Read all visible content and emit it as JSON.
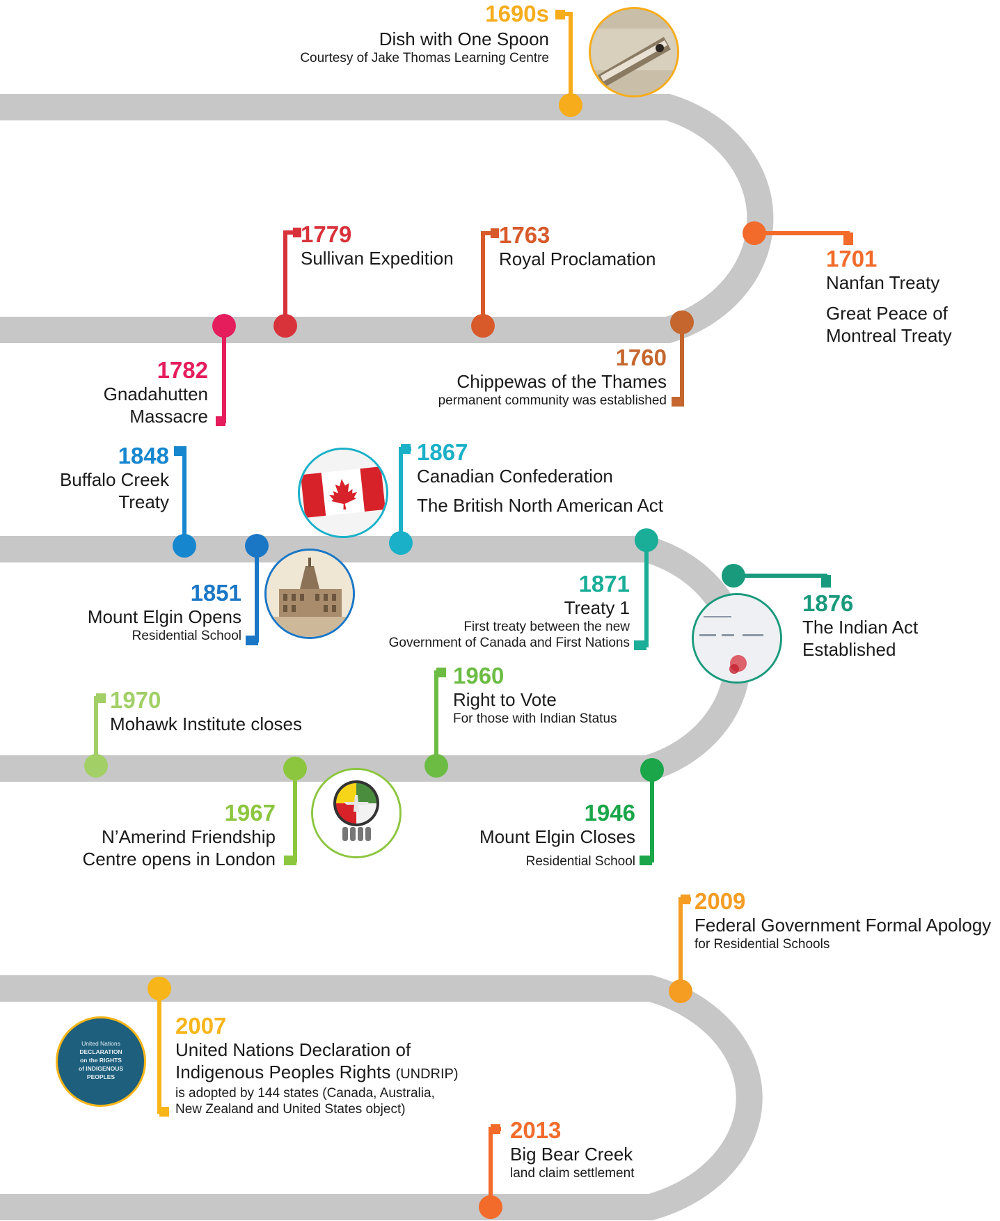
{
  "colors": {
    "road": "#c7c7c8",
    "e1690s": "#f7ac1b",
    "e1701": "#f26b2a",
    "e1763": "#d85a2b",
    "e1779": "#d8323a",
    "e1782": "#e51d5c",
    "e1760": "#c4662d",
    "e1848": "#1687cf",
    "e1851": "#1a77c6",
    "e1867": "#1ab0c8",
    "e1871": "#1aad98",
    "e1876": "#1a9a7c",
    "e1970": "#a2cf66",
    "e1967": "#8cc63f",
    "e1960": "#6cbc44",
    "e1946": "#1aa649",
    "e2009": "#f59c22",
    "e2007": "#f7b51a",
    "e2013": "#f26b2a"
  },
  "events": {
    "e1690s": {
      "year": "1690s",
      "title": "Dish with One Spoon",
      "sub": "Courtesy of Jake Thomas Learning Centre"
    },
    "e1701": {
      "year": "1701",
      "title": "Nanfan Treaty",
      "title2": "Great Peace of",
      "title3": "Montreal Treaty"
    },
    "e1763": {
      "year": "1763",
      "title": "Royal Proclamation"
    },
    "e1779": {
      "year": "1779",
      "title": "Sullivan Expedition"
    },
    "e1782": {
      "year": "1782",
      "title": "Gnadahutten",
      "title2": "Massacre"
    },
    "e1760": {
      "year": "1760",
      "title": "Chippewas of the Thames",
      "sub": "permanent community was established"
    },
    "e1848": {
      "year": "1848",
      "title": "Buffalo Creek",
      "title2": "Treaty"
    },
    "e1851": {
      "year": "1851",
      "title": "Mount Elgin Opens",
      "sub": "Residential School"
    },
    "e1867": {
      "year": "1867",
      "title": "Canadian Confederation",
      "title2": "The British North American Act"
    },
    "e1871": {
      "year": "1871",
      "title": "Treaty 1",
      "sub": "First treaty between the new",
      "sub2": "Government of Canada and First Nations"
    },
    "e1876": {
      "year": "1876",
      "title": "The Indian Act",
      "title2": "Established"
    },
    "e1970": {
      "year": "1970",
      "title": "Mohawk Institute closes"
    },
    "e1967": {
      "year": "1967",
      "title": "N’Amerind Friendship",
      "title2": "Centre opens in London"
    },
    "e1960": {
      "year": "1960",
      "title": "Right to Vote",
      "sub": "For those with Indian Status"
    },
    "e1946": {
      "year": "1946",
      "title": "Mount Elgin Closes",
      "sub": "Residential School"
    },
    "e2009": {
      "year": "2009",
      "title": "Federal Government Formal Apology",
      "sub": "for Residential Schools"
    },
    "e2007": {
      "year": "2007",
      "title": "United Nations Declaration of",
      "title2": "Indigenous Peoples Rights",
      "title2_small": "(UNDRIP)",
      "sub": "is adopted by 144 states (Canada, Australia,",
      "sub2": "New Zealand and United States object)"
    },
    "e2013": {
      "year": "2013",
      "title": "Big Bear Creek",
      "sub": "land claim settlement"
    }
  },
  "undrip_seal": {
    "line1": "United Nations",
    "line2": "DECLARATION",
    "line3": "on the RIGHTS",
    "line4": "of INDIGENOUS",
    "line5": "PEOPLES"
  }
}
